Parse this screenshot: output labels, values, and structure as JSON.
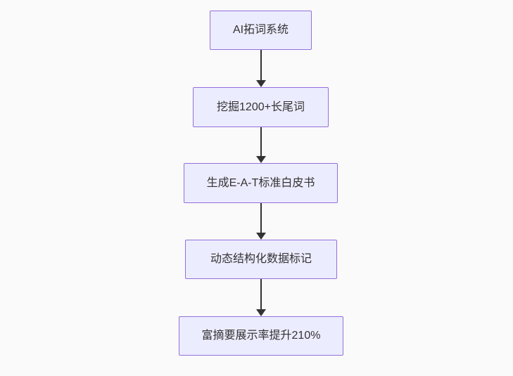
{
  "diagram": {
    "type": "flowchart",
    "direction": "top-down",
    "background_color": "#fafafa",
    "node_fill_color": "#ececff",
    "node_border_color": "#9370db",
    "arrow_color": "#333333",
    "text_color": "#333333",
    "nodes": [
      {
        "id": "A",
        "label": "AI拓词系统"
      },
      {
        "id": "B",
        "label": "挖掘1200+长尾词"
      },
      {
        "id": "C",
        "label": "生成E-A-T标准白皮书"
      },
      {
        "id": "D",
        "label": "动态结构化数据标记"
      },
      {
        "id": "E",
        "label": "富摘要展示率提升210%"
      }
    ],
    "edges": [
      {
        "from": "A",
        "to": "B",
        "label": ""
      },
      {
        "from": "B",
        "to": "C",
        "label": ""
      },
      {
        "from": "C",
        "to": "D",
        "label": ""
      },
      {
        "from": "D",
        "to": "E",
        "label": ""
      }
    ]
  }
}
